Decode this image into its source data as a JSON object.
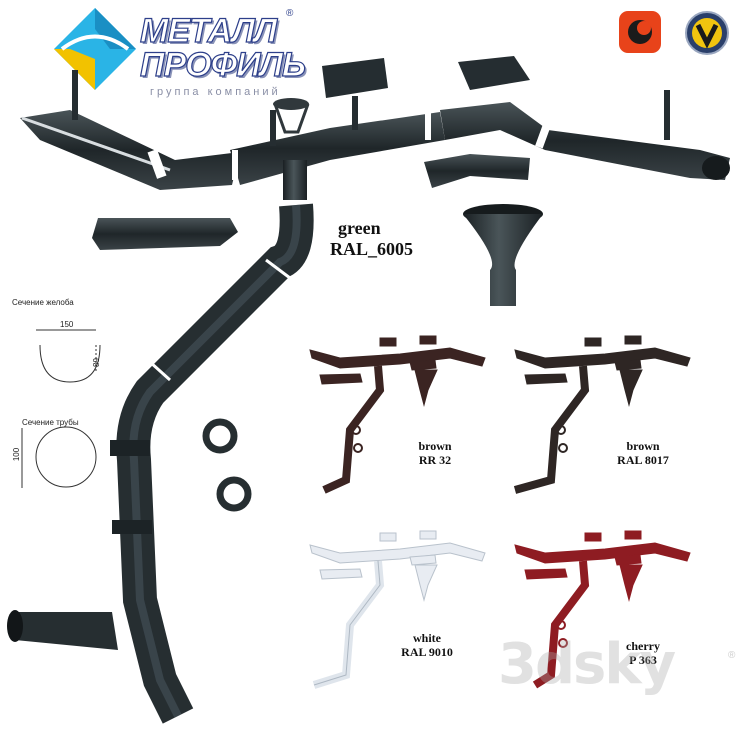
{
  "brand": {
    "name_line1": "МЕТАЛЛ",
    "name_line2": "ПРОФИЛЬ",
    "registered": "®",
    "tagline": "группа компаний"
  },
  "section_gutter": {
    "caption": "Сечение желоба",
    "width": "150",
    "depth": "89"
  },
  "section_pipe": {
    "caption": "Сечение трубы",
    "diameter": "100"
  },
  "variants": [
    {
      "line1": "green",
      "line2": "RAL_6005",
      "color": "#2a3236"
    },
    {
      "line1": "brown",
      "line2": "RR 32",
      "color": "#3b2422"
    },
    {
      "line1": "brown",
      "line2": "RAL 8017",
      "color": "#2e2624"
    },
    {
      "line1": "white",
      "line2": "RAL 9010",
      "color": "#eef1f5"
    },
    {
      "line1": "cherry",
      "line2": "P 363",
      "color": "#8e1c22"
    }
  ],
  "icons": [
    "corona-render-icon",
    "vray-icon"
  ],
  "watermark": {
    "text": "3dsky",
    "reg": "®"
  },
  "colors": {
    "brand_blue": "#2d3f8a",
    "brand_yellow": "#f2c200",
    "brand_cyan": "#2ab4e6"
  }
}
